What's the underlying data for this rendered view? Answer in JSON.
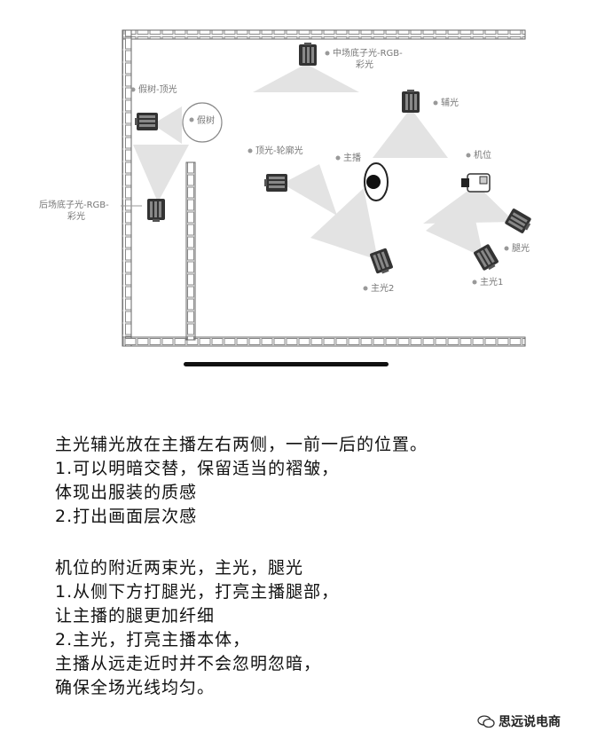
{
  "diagram": {
    "labels": {
      "mid_bg_light_1": "中场底子光-RGB-",
      "mid_bg_light_2": "彩光",
      "fake_tree_top": "假树-顶光",
      "fake_tree": "假树",
      "fill_light": "辅光",
      "top_contour": "顶光-轮廓光",
      "host": "主播",
      "camera": "机位",
      "back_bg_light_1": "后场底子光-RGB-",
      "back_bg_light_2": "彩光",
      "leg_light": "腿光",
      "key_light_1": "主光1",
      "key_light_2": "主光2"
    }
  },
  "text": {
    "block1": [
      "主光辅光放在主播左右两侧，一前一后的位置。",
      "1.可以明暗交替，保留适当的褶皱，",
      "体现出服装的质感",
      "2.打出画面层次感"
    ],
    "block2": [
      "机位的附近两束光，主光，腿光",
      "1.从侧下方打腿光，打亮主播腿部，",
      "让主播的腿更加纤细",
      "2.主光，打亮主播本体，",
      "主播从远走近时并不会忽明忽暗，",
      "确保全场光线均匀。"
    ]
  },
  "watermark": {
    "name": "思远说电商"
  }
}
